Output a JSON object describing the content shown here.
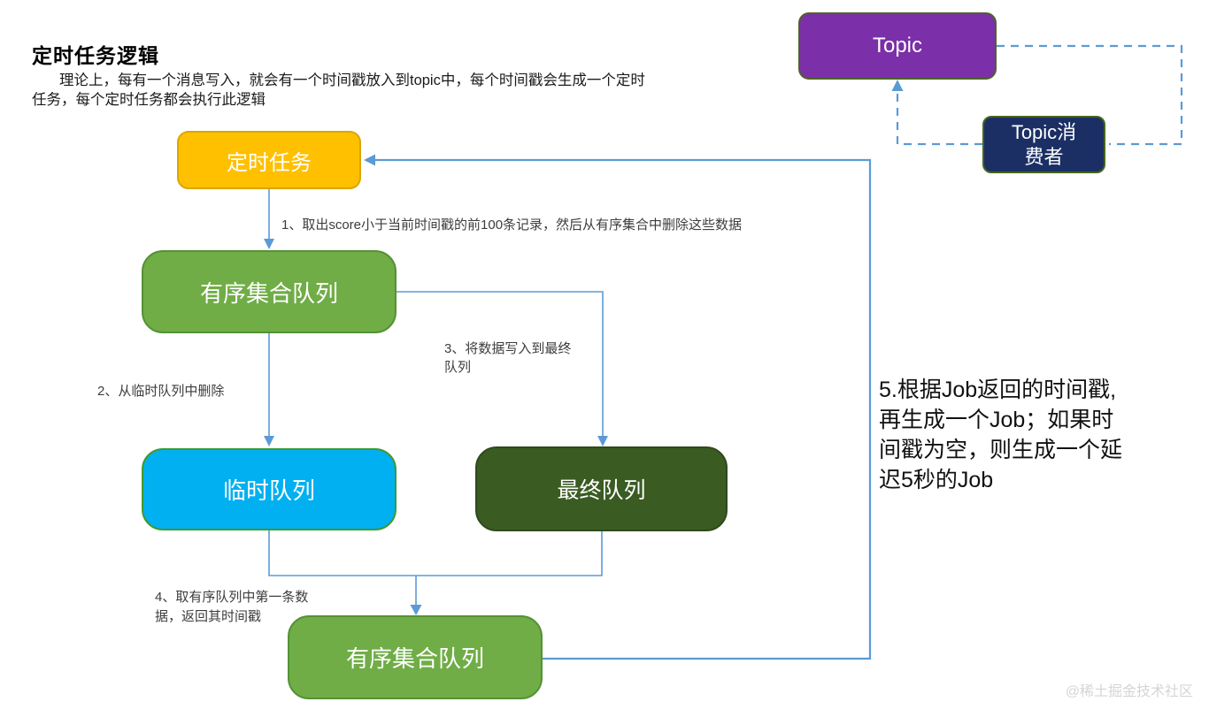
{
  "colors": {
    "connector": "#5B9BD5"
  },
  "header": {
    "title": "定时任务逻辑",
    "subtitle_line1": "理论上，每有一个消息写入，就会有一个时间戳放入到topic中，每个时间戳会生成一个定时",
    "subtitle_line2": "任务，每个定时任务都会执行此逻辑"
  },
  "nodes": {
    "topic": {
      "label": "Topic",
      "fill": "#7B2FA8",
      "border": "#4F6228"
    },
    "topic_consumer": {
      "line1": "Topic消",
      "line2": "费者",
      "fill": "#1B2F64",
      "border": "#46661F"
    },
    "timer_task": {
      "label": "定时任务",
      "fill": "#FFC000",
      "border": "#DCA600"
    },
    "sorted_set_queue_top": {
      "label": "有序集合队列",
      "fill": "#70AD47",
      "border": "#549235"
    },
    "temp_queue": {
      "label": "临时队列",
      "fill": "#00B0F0",
      "border": "#3F9A2F"
    },
    "final_queue": {
      "label": "最终队列",
      "fill": "#3A5B22",
      "border": "#2F4A1C"
    },
    "sorted_set_queue_bottom": {
      "label": "有序集合队列",
      "fill": "#70AD47",
      "border": "#549235"
    }
  },
  "annotations": {
    "step1": "1、取出score小于当前时间戳的前100条记录，然后从有序集合中删除这些数据",
    "step2": "2、从临时队列中删除",
    "step3_line1": "3、将数据写入到最终",
    "step3_line2": "队列",
    "step4_line1": "4、取有序队列中第一条数",
    "step4_line2": "据，返回其时间戳",
    "step5_line1": "5.根据Job返回的时间戳,",
    "step5_line2": "再生成一个Job；如果时",
    "step5_line3": "间戳为空，则生成一个延",
    "step5_line4": "迟5秒的Job"
  },
  "watermark": "@稀土掘金技术社区"
}
